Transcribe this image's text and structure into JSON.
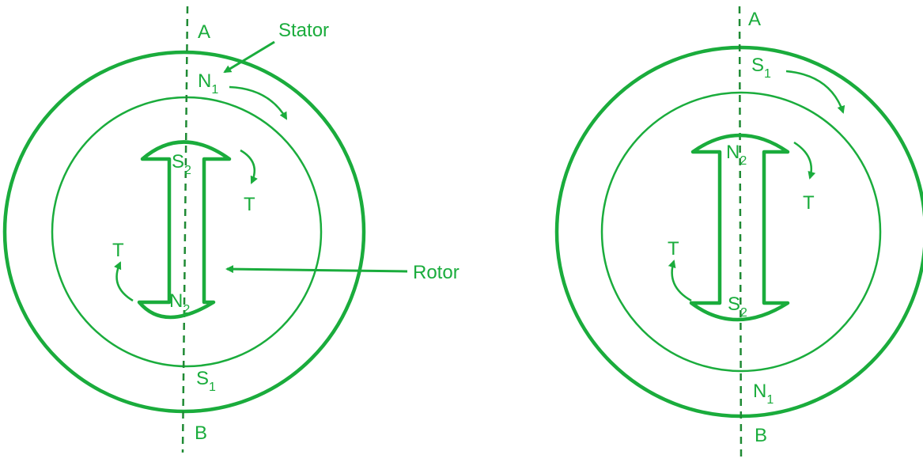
{
  "colors": {
    "ink": "#1aac3c",
    "axis": "#1f8a34",
    "background": "#ffffff"
  },
  "callouts": {
    "stator": "Stator",
    "rotor": "Rotor"
  },
  "left": {
    "axis_top": "A",
    "axis_bottom": "B",
    "stator_top_pole": {
      "letter": "N",
      "sub": "1"
    },
    "stator_bottom_pole": {
      "letter": "S",
      "sub": "1"
    },
    "rotor_top_pole": {
      "letter": "S",
      "sub": "2"
    },
    "rotor_bottom_pole": {
      "letter": "N",
      "sub": "2"
    },
    "torque_top": "T",
    "torque_bottom": "T"
  },
  "right": {
    "axis_top": "A",
    "axis_bottom": "B",
    "stator_top_pole": {
      "letter": "S",
      "sub": "1"
    },
    "stator_bottom_pole": {
      "letter": "N",
      "sub": "1"
    },
    "rotor_top_pole": {
      "letter": "N",
      "sub": "2"
    },
    "rotor_bottom_pole": {
      "letter": "S",
      "sub": "2"
    },
    "torque_top": "T",
    "torque_bottom": "T"
  }
}
